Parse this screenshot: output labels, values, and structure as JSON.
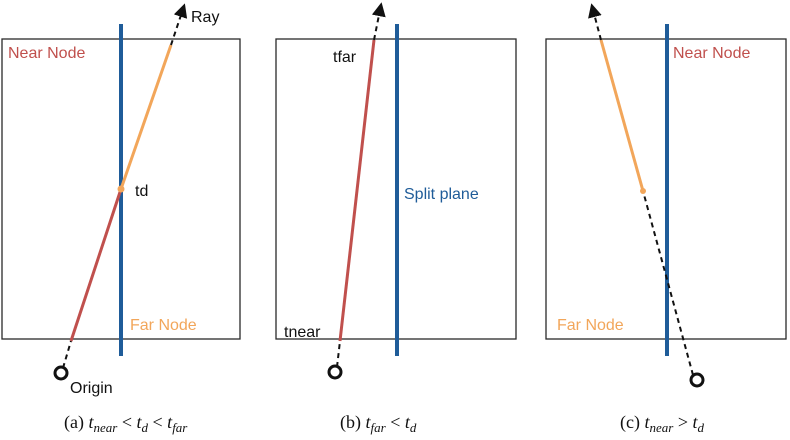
{
  "colors": {
    "box": "#2a2a2a",
    "split_plane": "#1f5c99",
    "near_segment": "#c0504d",
    "far_segment": "#f2a65a",
    "near_label": "#c0504d",
    "far_label": "#f2a65a",
    "split_label": "#1f5c99",
    "ray": "#111111"
  },
  "panel_a": {
    "near_node": "Near Node",
    "far_node": "Far Node",
    "ray": "Ray",
    "td": "td",
    "origin": "Origin",
    "caption": {
      "prefix": "(a) ",
      "t1": "t",
      "s1": "near",
      "op1": " < ",
      "t2": "t",
      "s2": "d",
      "op2": " < ",
      "t3": "t",
      "s3": "far"
    }
  },
  "panel_b": {
    "tfar": "tfar",
    "tnear": "tnear",
    "split_plane": "Split plane",
    "caption": {
      "prefix": "(b) ",
      "t1": "t",
      "s1": "far",
      "op1": " < ",
      "t2": "t",
      "s2": "d"
    }
  },
  "panel_c": {
    "near_node": "Near Node",
    "far_node": "Far Node",
    "caption": {
      "prefix": "(c) ",
      "t1": "t",
      "s1": "near",
      "op1": " > ",
      "t2": "t",
      "s2": "d"
    }
  }
}
